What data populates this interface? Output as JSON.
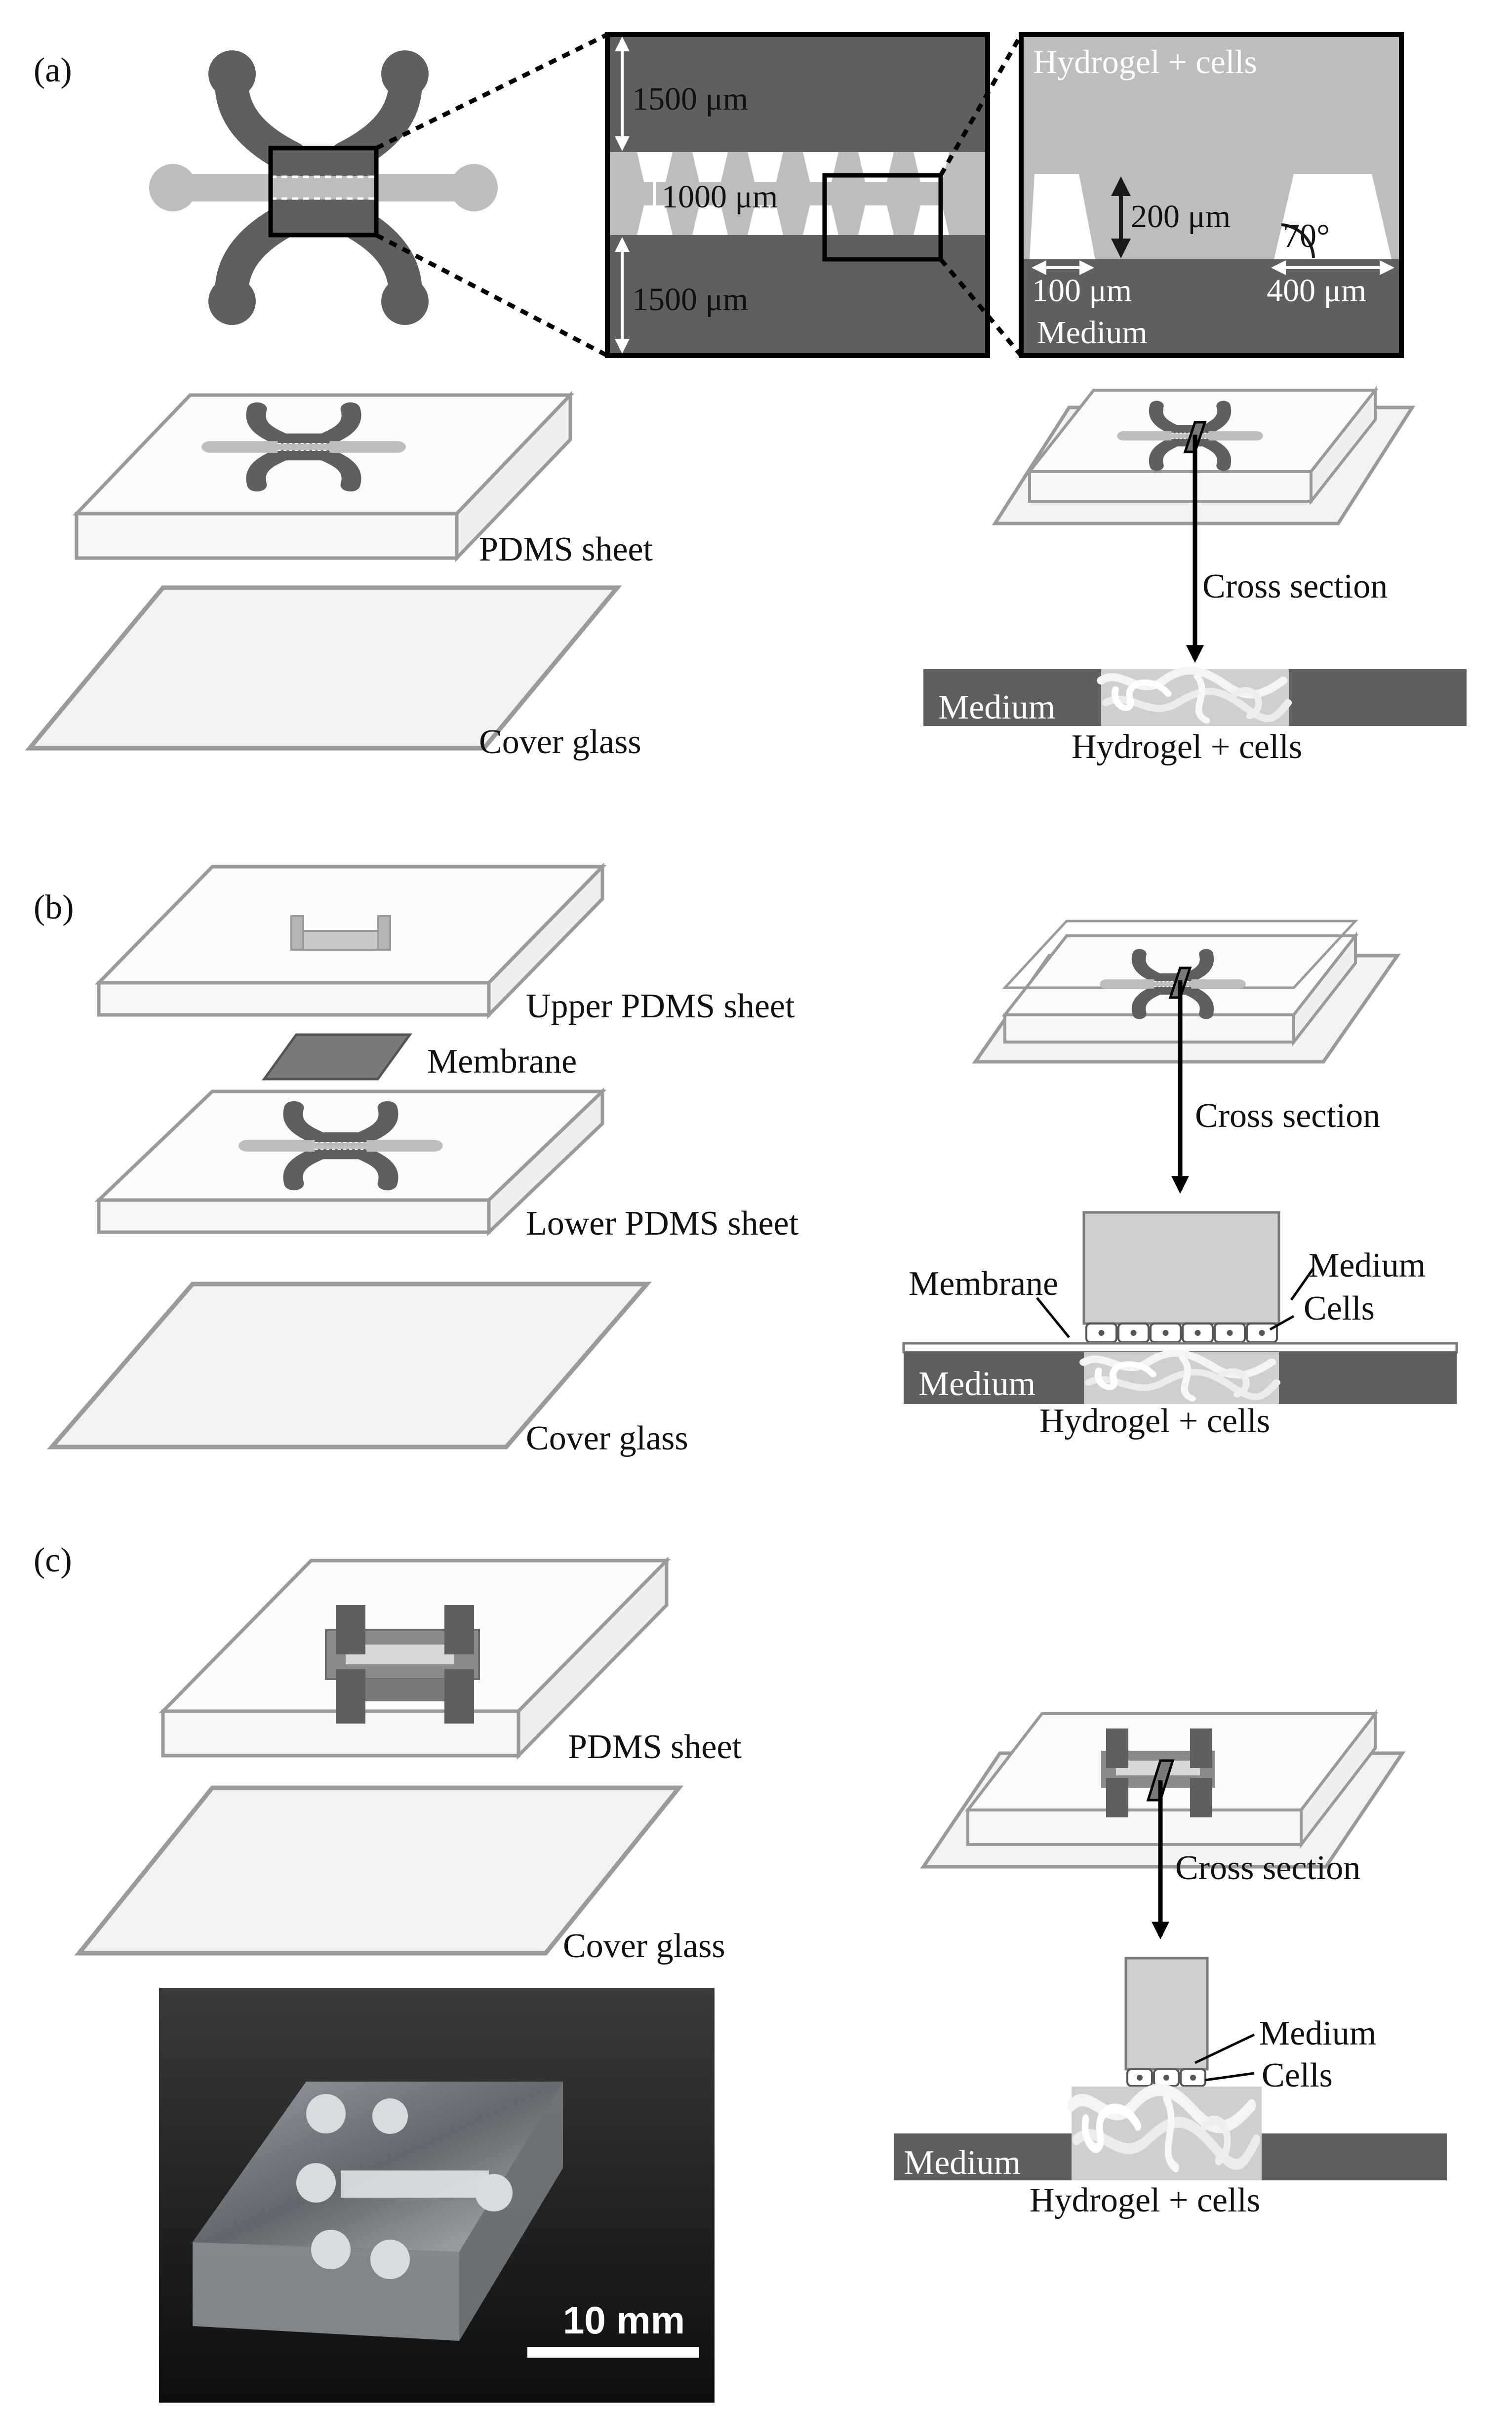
{
  "panels": {
    "a": {
      "tag": "(a)",
      "channel_widths": [
        "1500 μm",
        "1000 μm",
        "1500 μm"
      ],
      "zoom_labels": {
        "top_region": "Hydrogel + cells",
        "height": "200 μm",
        "angle": "70°",
        "gap": "100 μm",
        "pillar": "400 μm",
        "bottom_region": "Medium"
      },
      "layers": [
        "PDMS sheet",
        "Cover glass"
      ],
      "arrow_label": "Cross section",
      "section_labels": {
        "medium": "Medium",
        "hydrogel": "Hydrogel + cells"
      }
    },
    "b": {
      "tag": "(b)",
      "layers": [
        "Upper PDMS sheet",
        "Membrane",
        "Lower PDMS sheet",
        "Cover glass"
      ],
      "arrow_label": "Cross section",
      "section_labels": {
        "medium_upper": "Medium",
        "cells": "Cells",
        "membrane": "Membrane",
        "medium_lower": "Medium",
        "hydrogel": "Hydrogel + cells"
      }
    },
    "c": {
      "tag": "(c)",
      "layers": [
        "PDMS  sheet",
        "Cover glass"
      ],
      "scale_bar": "10 mm",
      "arrow_label": "Cross section",
      "section_labels": {
        "medium_upper": "Medium",
        "cells": "Cells",
        "medium_lower": "Medium",
        "hydrogel": "Hydrogel + cells"
      }
    }
  },
  "colors": {
    "dark_gray": "#5f5f5f",
    "mid_gray": "#bdbdbd",
    "light_gray": "#cfcfcf",
    "frame": "#9a9a9a",
    "glass": "#f2f2f2"
  }
}
